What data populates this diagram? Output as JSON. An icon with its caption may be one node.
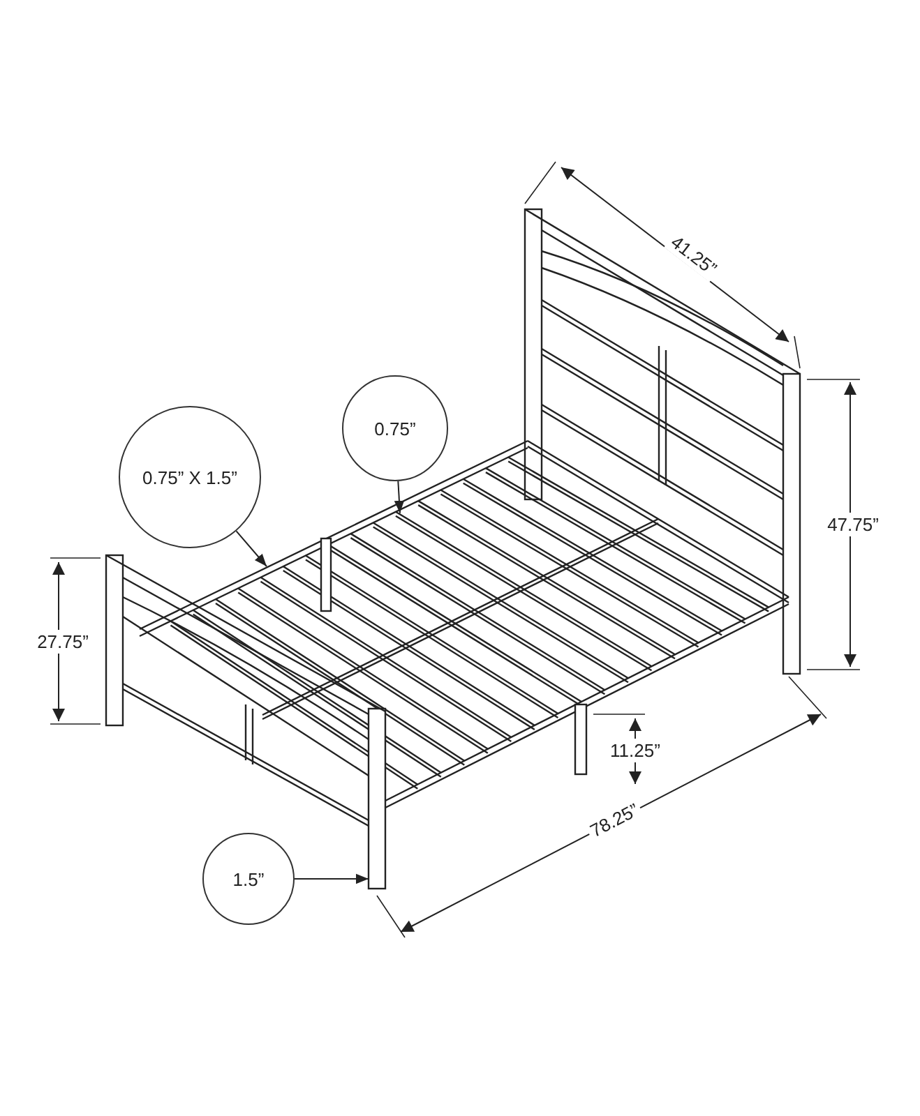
{
  "diagram": {
    "nodes": [
      {
        "text": [
          "0.75”"
        ]
      },
      {
        "text": [
          "0.75” X 1.5”"
        ]
      },
      {
        "text": [
          "1.5”"
        ]
      }
    ],
    "edges": [
      {
        "from": 0,
        "to": null,
        "arrow": "to"
      },
      {
        "from": 1,
        "to": null,
        "arrow": "to"
      },
      {
        "from": 2,
        "to": null,
        "arrow": "to"
      }
    ],
    "labels": [
      "41.25”",
      "47.75”",
      "27.75”",
      "11.25”",
      "78.25”"
    ]
  }
}
